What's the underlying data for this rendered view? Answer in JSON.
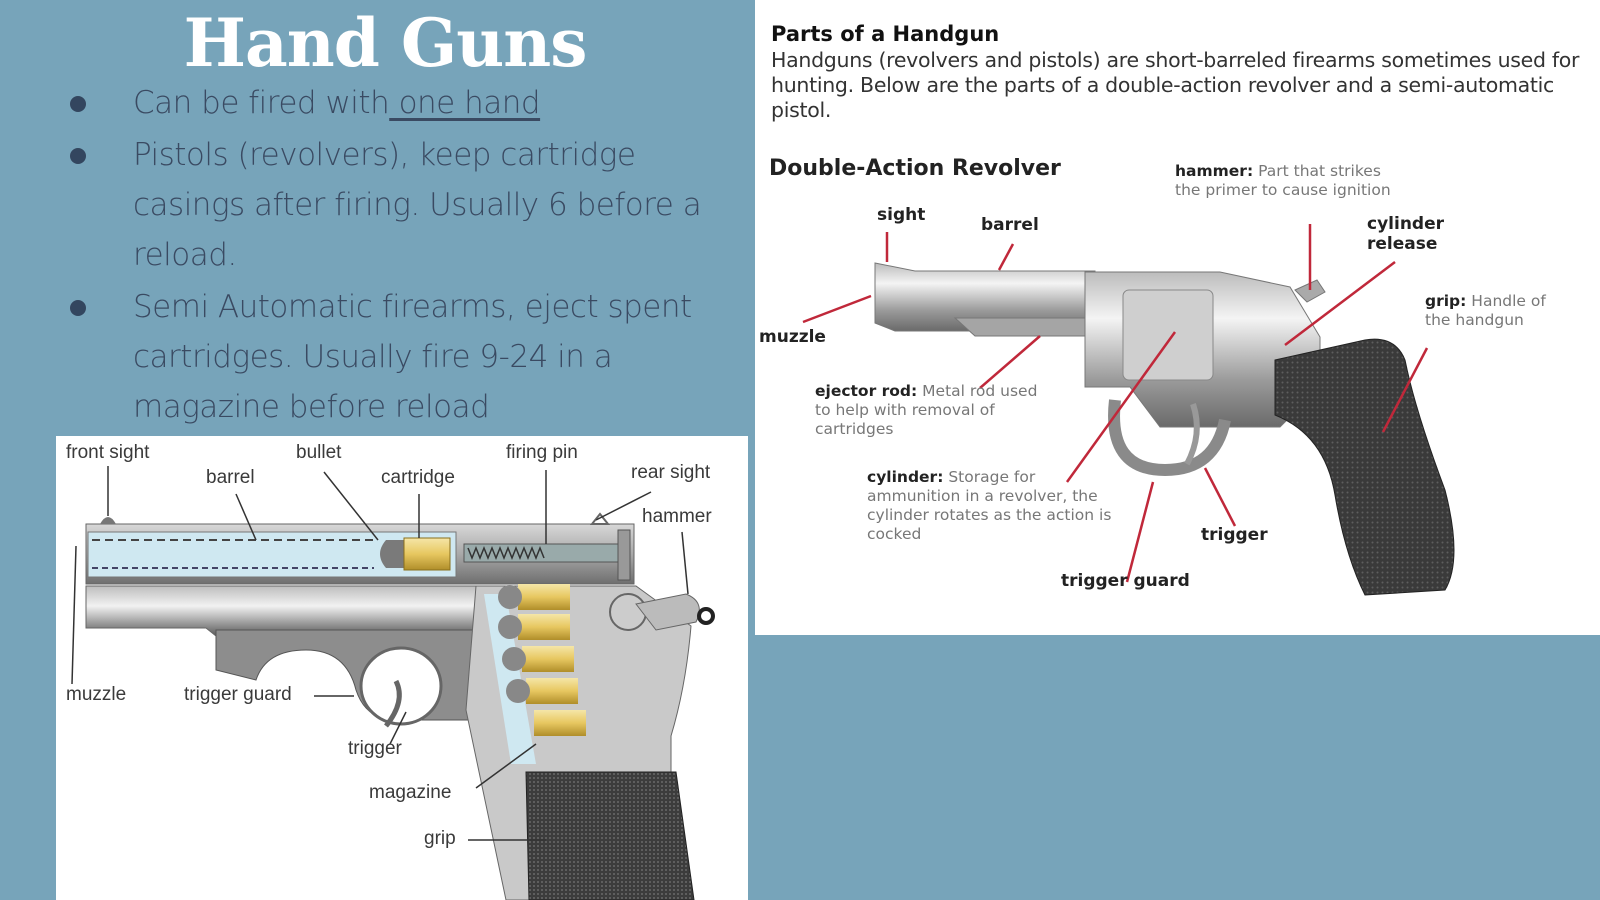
{
  "slide": {
    "title": "Hand Guns",
    "bullets": [
      {
        "text": "Can be fired with",
        "underlined": " one hand"
      },
      {
        "text": "Pistols (revolvers), keep cartridge casings after firing. Usually 6 before a reload."
      },
      {
        "text": "Semi Automatic firearms, eject spent cartridges. Usually fire 9-24 in a magazine before reload"
      }
    ],
    "colors": {
      "background": "#77a4ba",
      "title": "#ffffff",
      "bullet_text": "#3a4a62"
    }
  },
  "pistol_diagram": {
    "labels": {
      "front_sight": "front sight",
      "barrel": "barrel",
      "bullet": "bullet",
      "cartridge": "cartridge",
      "firing_pin": "firing pin",
      "rear_sight": "rear sight",
      "hammer": "hammer",
      "muzzle": "muzzle",
      "trigger_guard": "trigger guard",
      "trigger": "trigger",
      "magazine": "magazine",
      "grip": "grip"
    }
  },
  "revolver_diagram": {
    "heading": "Parts of a Handgun",
    "intro": "Handguns (revolvers and pistols) are short-barreled firearms sometimes used for hunting. Below are the parts of a double-action revolver and a semi-automatic pistol.",
    "subheading": "Double-Action Revolver",
    "labels": {
      "sight": "sight",
      "barrel": "barrel",
      "muzzle": "muzzle",
      "hammer_term": "hammer:",
      "hammer_desc": "Part that strikes the primer to cause ignition",
      "cylinder_release": "cylinder release",
      "grip_term": "grip:",
      "grip_desc": "Handle of the handgun",
      "ejector_rod_term": "ejector rod:",
      "ejector_rod_desc": "Metal rod used to help with removal of cartridges",
      "cylinder_term": "cylinder:",
      "cylinder_desc": "Storage for ammunition in a revolver, the cylinder rotates as the action is cocked",
      "trigger": "trigger",
      "trigger_guard": "trigger guard"
    },
    "colors": {
      "leader_line": "#c0283a"
    }
  }
}
